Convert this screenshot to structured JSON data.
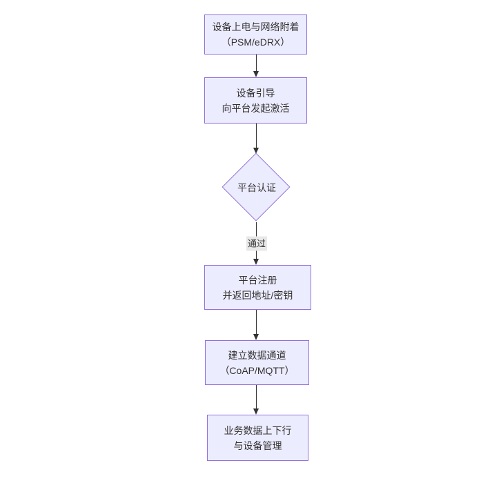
{
  "diagram": {
    "type": "flowchart",
    "direction": "top-down",
    "colors": {
      "canvas_background": "#ffffff",
      "node_fill": "#ECECFF",
      "node_border": "#9370DB",
      "edge_line": "#333333",
      "text": "#333333",
      "edge_label_background": "#e8e8e8"
    },
    "nodes": [
      {
        "id": "power-attach",
        "shape": "rect",
        "lines": [
          "设备上电与网络附着",
          "（PSM/eDRX）"
        ]
      },
      {
        "id": "bootstrap",
        "shape": "rect",
        "lines": [
          "设备引导",
          "向平台发起激活"
        ]
      },
      {
        "id": "platform-auth",
        "shape": "diamond",
        "lines": [
          "平台认证"
        ]
      },
      {
        "id": "register",
        "shape": "rect",
        "lines": [
          "平台注册",
          "并返回地址/密钥"
        ]
      },
      {
        "id": "data-channel",
        "shape": "rect",
        "lines": [
          "建立数据通道",
          "（CoAP/MQTT）"
        ]
      },
      {
        "id": "business-data",
        "shape": "rect",
        "lines": [
          "业务数据上下行",
          "与设备管理"
        ]
      }
    ],
    "edges": [
      {
        "from": "power-attach",
        "to": "bootstrap",
        "label": ""
      },
      {
        "from": "bootstrap",
        "to": "platform-auth",
        "label": ""
      },
      {
        "from": "platform-auth",
        "to": "register",
        "label": "通过"
      },
      {
        "from": "register",
        "to": "data-channel",
        "label": ""
      },
      {
        "from": "data-channel",
        "to": "business-data",
        "label": ""
      }
    ]
  }
}
